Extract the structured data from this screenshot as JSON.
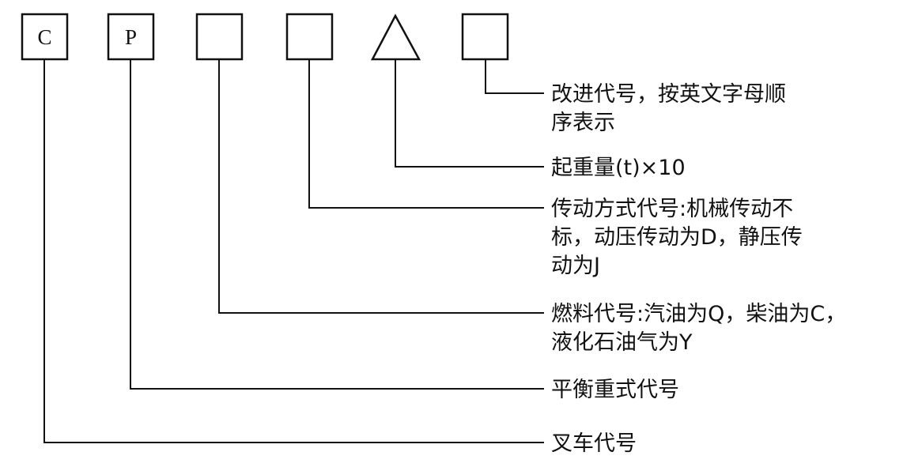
{
  "boxes": [
    {
      "symbol": "C"
    },
    {
      "symbol": "P"
    },
    {
      "symbol": ""
    },
    {
      "symbol": ""
    },
    {
      "symbol": "triangle"
    },
    {
      "symbol": ""
    }
  ],
  "descriptions": {
    "improvement": [
      "改进代号，按英文字母顺",
      "序表示"
    ],
    "capacity": [
      "起重量(t)×10"
    ],
    "transmission": [
      "传动方式代号:机械传动不",
      "标，动压传动为D，静压传",
      "动为J"
    ],
    "fuel": [
      "燃料代号:汽油为Q，柴油为C，",
      "液化石油气为Y"
    ],
    "counterbalance": [
      "平衡重式代号"
    ],
    "forklift": [
      "叉车代号"
    ]
  }
}
